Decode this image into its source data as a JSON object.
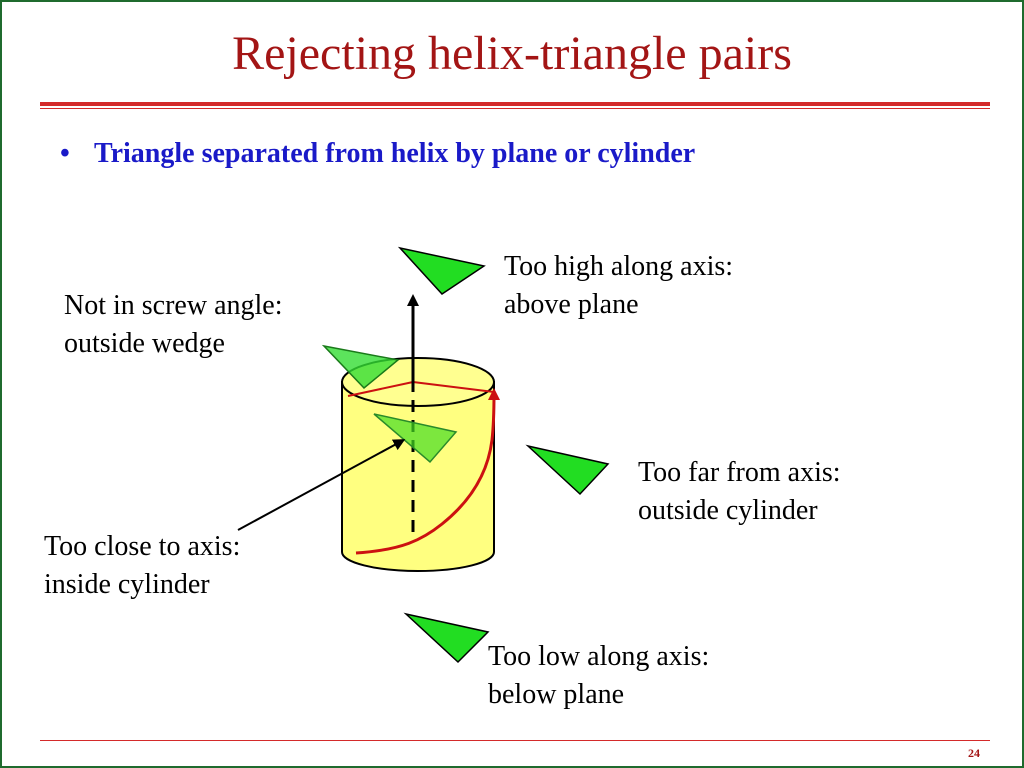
{
  "title": "Rejecting helix-triangle pairs",
  "bullet": "Triangle separated from helix by plane or cylinder",
  "labels": {
    "too_high_1": "Too high along axis:",
    "too_high_2": "above plane",
    "screw_1": "Not in screw angle:",
    "screw_2": "outside wedge",
    "too_far_1": "Too far from axis:",
    "too_far_2": "outside cylinder",
    "too_close_1": "Too close to axis:",
    "too_close_2": "inside cylinder",
    "too_low_1": "Too low along axis:",
    "too_low_2": "below plane"
  },
  "page_number": "24",
  "colors": {
    "title": "#a31515",
    "bullet": "#1a1ac8",
    "triangle_fill": "#22dd22",
    "cylinder_fill": "#ffff80",
    "helix": "#cc1111"
  }
}
